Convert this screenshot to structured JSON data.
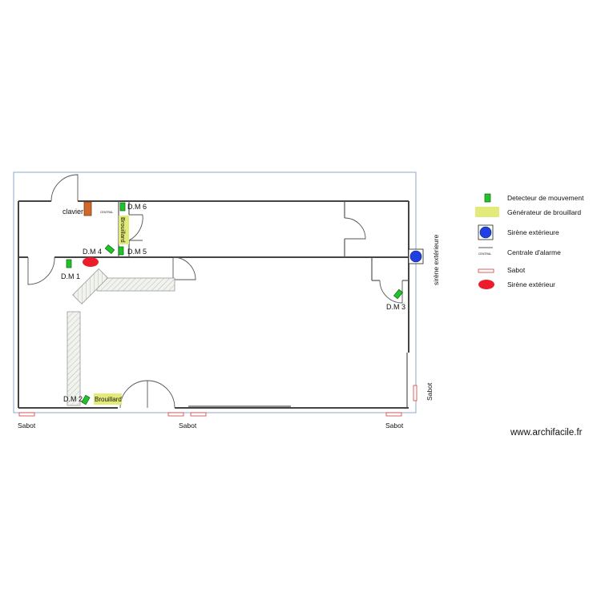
{
  "labels": {
    "clavier": "clavier",
    "dm1": "D.M 1",
    "dm2": "D.M 2",
    "dm3": "D.M 3",
    "dm4": "D.M 4",
    "dm5": "D.M 5",
    "dm6": "D.M 6",
    "brouillard_vertical": "Brouillard",
    "brouillard_bottom": "Brouillard",
    "central_small": "CENTRAL",
    "sirene_exterieure": "sirène extérieure",
    "sabot_bottom_left": "Sabot",
    "sabot_bottom_mid": "Sabot",
    "sabot_bottom_right": "Sabot",
    "sabot_right": "Sabot"
  },
  "legend": {
    "items": [
      {
        "key": "motion",
        "label": "Detecteur de mouvement"
      },
      {
        "key": "fog",
        "label": "Générateur de brouillard"
      },
      {
        "key": "siren_blue",
        "label": "Sirène extérieure"
      },
      {
        "key": "central",
        "label": "Centrale d'alarme",
        "icon_text": "CENTRAL"
      },
      {
        "key": "sabot",
        "label": "Sabot"
      },
      {
        "key": "siren_red",
        "label": "Sirène extérieur"
      }
    ]
  },
  "watermark": "www.archifacile.fr",
  "colors": {
    "motion_green": "#22c32a",
    "fog_yellow": "#e2ea7a",
    "siren_blue": "#1f3fe0",
    "siren_red": "#ec1c2a",
    "keypad_orange": "#d2692c",
    "sabot_red": "#d43a3a",
    "border_blue": "#8fa8c8"
  }
}
